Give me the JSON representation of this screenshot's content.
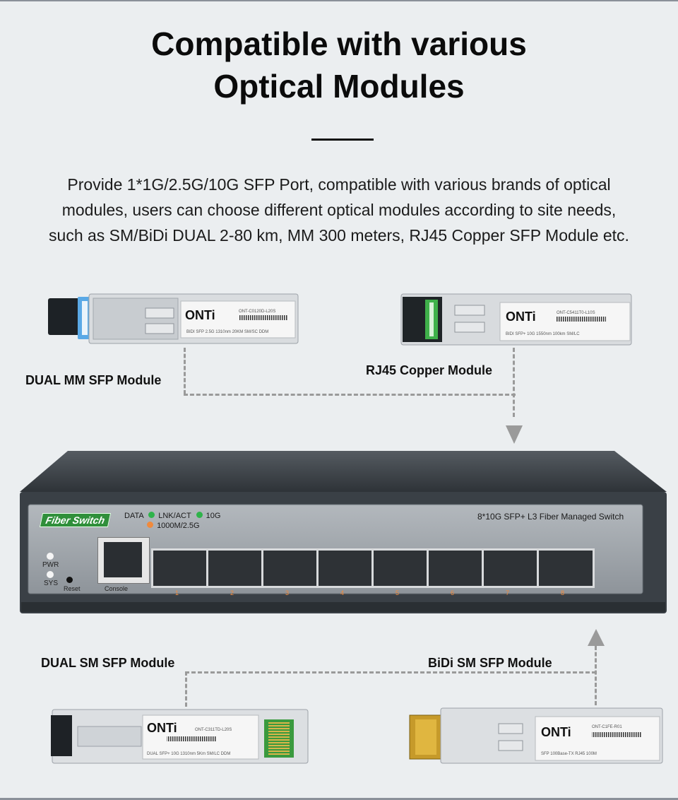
{
  "header": {
    "title_line1": "Compatible with various",
    "title_line2": "Optical Modules"
  },
  "description": {
    "line1": "Provide 1*1G/2.5G/10G SFP Port, compatible with various brands of optical",
    "line2": "modules, users can choose different optical modules according to site needs,",
    "line3": "such as SM/BiDi DUAL 2-80 km, MM 300 meters, RJ45 Copper SFP Module etc."
  },
  "labels": {
    "dual_mm": "DUAL MM SFP Module",
    "rj45": "RJ45 Copper Module",
    "dual_sm": "DUAL SM SFP Module",
    "bidi_sm": "BiDi SM SFP Module"
  },
  "modules": {
    "top_left": {
      "brand": "ONTi",
      "model": "ONT-C0120D-L20S",
      "spec": "BIDI SFP 2.5G 1310nm 20KM SM/SC DDM"
    },
    "top_right": {
      "brand": "ONTi",
      "model": "ONT-C5411T0-L10S",
      "spec": "BIDI SFP+ 10G 1550nm 100km SM/LC"
    },
    "bottom_left": {
      "brand": "ONTi",
      "model": "ONT-C311TD-L20S",
      "spec": "DUAL SFP+ 10G 1310nm 5Km SM/LC DDM"
    },
    "bottom_right": {
      "brand": "ONTi",
      "model": "ONT-C1FE-R01",
      "spec": "SFP 100Base-TX RJ45 100M"
    }
  },
  "switch": {
    "badge": "Fiber Switch",
    "product_name": "8*10G SFP+ L3 Fiber Managed Switch",
    "legend_data": "DATA",
    "legend_lnk": "LNK/ACT",
    "legend_10g": "10G",
    "legend_1000m": "1000M/2.5G",
    "pwr": "PWR",
    "sys": "SYS",
    "reset": "Reset",
    "console": "Console",
    "ports": [
      "1",
      "2",
      "3",
      "4",
      "5",
      "6",
      "7",
      "8"
    ]
  },
  "colors": {
    "led_green": "#2fb34a",
    "led_orange": "#f08a3c",
    "badge_green": "#2f8f3a",
    "panel_gray": "#9fa5ab",
    "chassis_dark": "#3e444a",
    "dash_gray": "#9a9a9a"
  }
}
